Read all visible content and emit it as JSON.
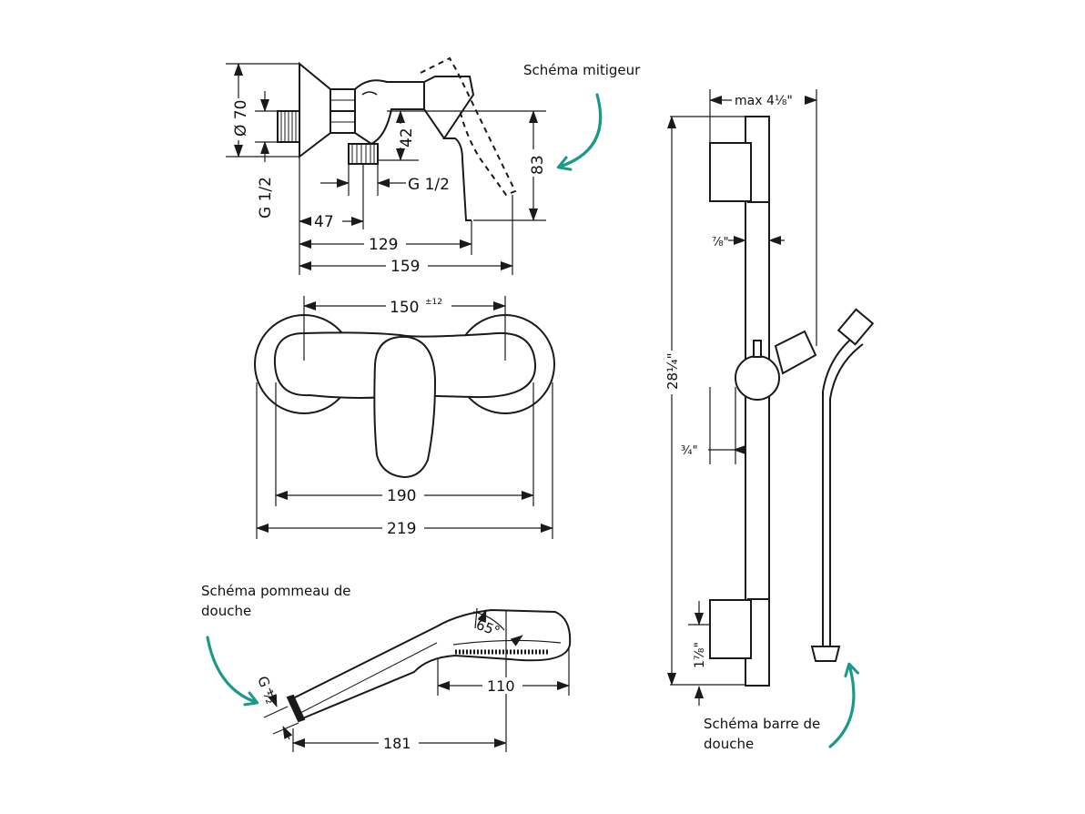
{
  "labels": {
    "mixer": "Schéma mitigeur",
    "handshower": "Schéma pommeau de douche",
    "bar": "Schéma barre de douche"
  },
  "mixer_side": {
    "diam": "Ø 70",
    "thread": "G 1/2",
    "d42": "42",
    "d83": "83",
    "g_half": "G 1/2",
    "d47": "47",
    "d129": "129",
    "d159": "159"
  },
  "mixer_front": {
    "d150": "150",
    "tol": "±12",
    "d190": "190",
    "d219": "219"
  },
  "handshower": {
    "thread": "G ½",
    "angle": "65°",
    "d110": "110",
    "d181": "181"
  },
  "bar": {
    "max": "max 4⅛\"",
    "seven_eighths": "⅞\"",
    "height": "28¼\"",
    "three_quarters": "¾\"",
    "one_seven_eighths": "1⅞\""
  },
  "colors": {
    "line": "#1a1a1a",
    "accent": "#1a9a86"
  },
  "icons": [
    "arrow-curve-icon"
  ]
}
